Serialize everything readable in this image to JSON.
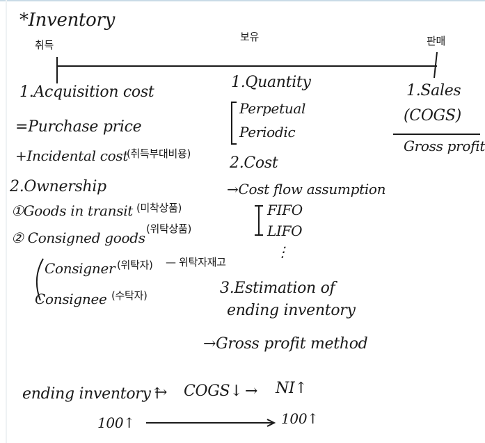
{
  "title": "*Inventory",
  "timeline": {
    "left_kr": "취득",
    "mid_kr": "보유",
    "right_kr": "판매"
  },
  "left": {
    "acq": "1.Acquisition cost",
    "purchase": "=Purchase price",
    "incidental": "+Incidental cost",
    "incidental_kr": "(취득부대비용)",
    "ownership": "2.Ownership",
    "transit": "①Goods in transit",
    "transit_kr": "(미착상품)",
    "consigned": "② Consigned goods",
    "consigned_kr": "(위탁상품)",
    "consigner": "Consigner",
    "consigner_kr": "(위탁자)",
    "consigner_note_kr": "— 위탁자재고",
    "consignee": "Consignee",
    "consignee_kr": "(수탁자)"
  },
  "mid": {
    "quantity": "1.Quantity",
    "perpetual": "Perpetual",
    "periodic": "Periodic",
    "cost": "2.Cost",
    "cfa": "→Cost flow assumption",
    "fifo": "FIFO",
    "lifo": "LIFO",
    "dots": "⋮",
    "estimation1": "3.Estimation of",
    "estimation2": "ending inventory",
    "gross_method": "→Gross profit method"
  },
  "right": {
    "sales": "1.Sales",
    "cogs": "(COGS)",
    "gross_profit": "Gross profit"
  },
  "bottom": {
    "ending": "ending inventory↑",
    "arrow1": "→",
    "cogs": "COGS↓",
    "arrow2": "→",
    "ni": "NI↑",
    "left_num": "100↑",
    "right_num": "100↑"
  }
}
